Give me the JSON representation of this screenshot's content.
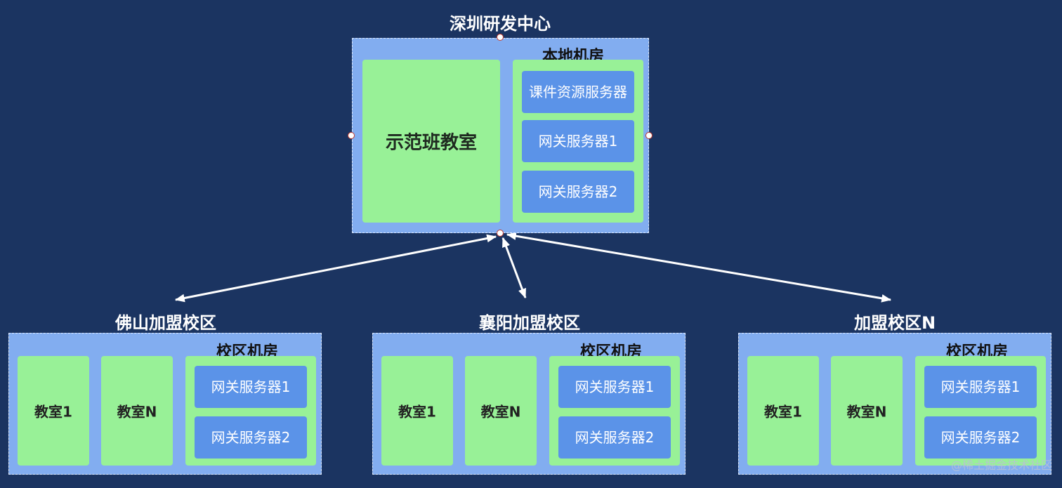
{
  "hq": {
    "title": "深圳研发中心",
    "demo_classroom": "示范班教室",
    "server_room": {
      "title": "本地机房",
      "courseware_server": "课件资源服务器",
      "gateway_1": "网关服务器1",
      "gateway_2": "网关服务器2"
    }
  },
  "campuses": [
    {
      "title": "佛山加盟校区",
      "classroom_1": "教室1",
      "classroom_n": "教室N",
      "room_title": "校区机房",
      "gateway_1": "网关服务器1",
      "gateway_2": "网关服务器2"
    },
    {
      "title": "襄阳加盟校区",
      "classroom_1": "教室1",
      "classroom_n": "教室N",
      "room_title": "校区机房",
      "gateway_1": "网关服务器1",
      "gateway_2": "网关服务器2"
    },
    {
      "title": "加盟校区N",
      "classroom_1": "教室1",
      "classroom_n": "教室N",
      "room_title": "校区机房",
      "gateway_1": "网关服务器1",
      "gateway_2": "网关服务器2"
    }
  ],
  "watermark": "@稀土掘金技术社区",
  "colors": {
    "background": "#1b3461",
    "cluster": "#82adf0",
    "green": "#98f197",
    "server_button": "#5b93e8"
  }
}
